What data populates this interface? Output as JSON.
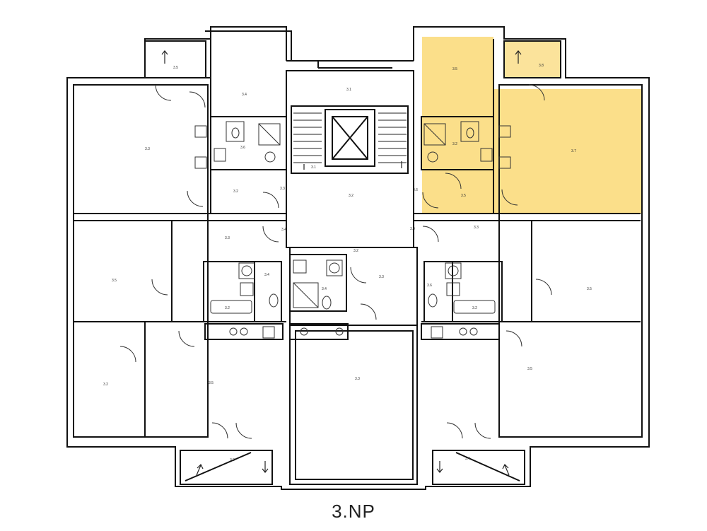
{
  "floor_label": "3.NP",
  "colors": {
    "wall": "#111111",
    "highlight": "#fbdf8a",
    "highlight_light": "#fbe39b",
    "fixture": "#333333"
  },
  "rooms": {
    "r1": "3.5",
    "r2": "3.4",
    "r3": "3.3",
    "r4": "3.6",
    "r5": "3.2",
    "r6": "3.1",
    "r7": "3.1",
    "r8": "3.2",
    "r9": "3.3",
    "r10": "3.5",
    "r11": "3.4",
    "r12": "3.2",
    "r13": "3.4",
    "r14": "3.3",
    "r15": "3.2",
    "r16": "3.2",
    "r17": "3.5",
    "r18": "3.3",
    "r19": "3.2",
    "r20": "3.5",
    "r21": "3.4",
    "r22": "3.5",
    "r23": "3.6",
    "r24": "3.2",
    "r25": "3.3",
    "r26": "3.4",
    "r27": "3.5",
    "r28": "3.8",
    "r29": "3.2",
    "r30": "3.7",
    "r31": "3.5",
    "r32": "3.6",
    "r33": "3.3",
    "r34": "3.4"
  }
}
